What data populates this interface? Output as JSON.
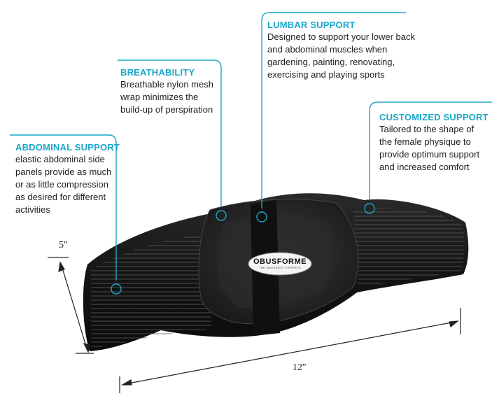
{
  "accent_color": "#1aa7c9",
  "callouts": {
    "lumbar": {
      "title": "LUMBAR SUPPORT",
      "lines": [
        "Designed to support your lower back",
        "and abdominal muscles when",
        "gardening, painting, renovating,",
        "exercising and playing sports"
      ]
    },
    "breathability": {
      "title": "BREATHABILITY",
      "lines": [
        "Breathable nylon mesh",
        "wrap minimizes the",
        "build-up of perspiration"
      ]
    },
    "customized": {
      "title": "CUSTOMIZED SUPPORT",
      "lines": [
        "Tailored to the shape of",
        "the female physique to",
        "provide optimum support",
        "and increased comfort"
      ]
    },
    "abdominal": {
      "title": "ABDOMINAL SUPPORT",
      "lines": [
        "elastic abdominal side",
        "panels provide as much",
        "or as little compression",
        "as desired for different",
        "activities"
      ]
    }
  },
  "dimensions": {
    "height": "5″",
    "width": "12″"
  },
  "product": {
    "brand_logo_text": "OBUSFORME",
    "logo_tagline": "THE BACKREST EXPERTS"
  }
}
